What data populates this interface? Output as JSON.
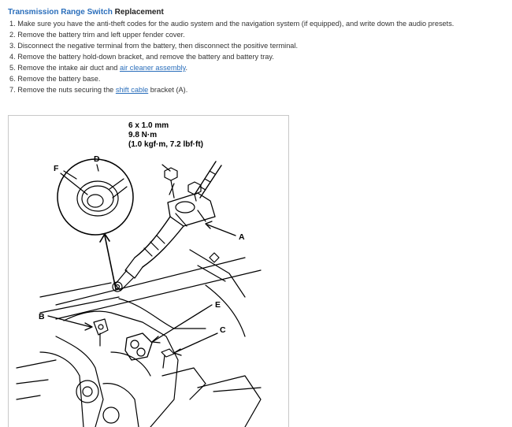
{
  "heading": {
    "link_text": "Transmission Range Switch",
    "rest_text": " Replacement"
  },
  "steps": [
    {
      "num": "1.",
      "text": "Make sure you have the anti-theft codes for the audio system and the navigation system (if equipped), and write down the audio presets."
    },
    {
      "num": "2.",
      "text": "Remove the battery trim and left upper fender cover."
    },
    {
      "num": "3.",
      "text": "Disconnect the negative terminal from the battery, then disconnect the positive terminal."
    },
    {
      "num": "4.",
      "text": "Remove the battery hold-down bracket, and remove the battery and battery tray."
    },
    {
      "num": "5.",
      "pre": "Remove the intake air duct and ",
      "link": "air cleaner assembly",
      "post": "."
    },
    {
      "num": "6.",
      "text": "Remove the battery base."
    },
    {
      "num": "7.",
      "pre": "Remove the nuts securing the ",
      "link": "shift cable",
      "post": " bracket (A)."
    }
  ],
  "figure": {
    "spec_line1": "6 x 1.0 mm",
    "spec_line2": "9.8 N·m",
    "spec_line3": "(1.0 kgf·m, 7.2 lbf·ft)",
    "labels": {
      "A": "A",
      "B": "B",
      "C": "C",
      "D": "D",
      "E": "E",
      "F": "F"
    }
  },
  "colors": {
    "link": "#2a6ebb",
    "text": "#333333"
  }
}
